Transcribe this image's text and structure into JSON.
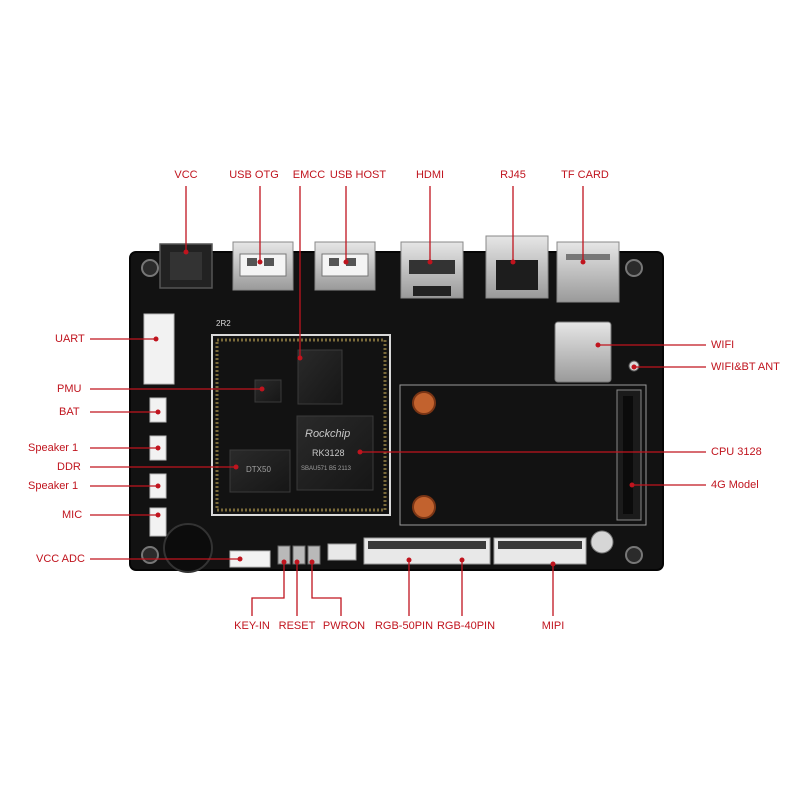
{
  "colors": {
    "callout": "#c0141e",
    "board": "#121212",
    "board_edge": "#050505",
    "silk": "#d9d9d9",
    "metal": "#c8c8c8",
    "connector_white": "#f2f2f2",
    "copper": "#c2622e"
  },
  "labels": {
    "vcc": "VCC",
    "usb_otg": "USB OTG",
    "emmc": "EMCC",
    "usb_host": "USB HOST",
    "hdmi": "HDMI",
    "rj45": "RJ45",
    "tf_card": "TF CARD",
    "uart": "UART",
    "pmu": "PMU",
    "bat": "BAT",
    "speaker_1a": "Speaker 1",
    "ddr": "DDR",
    "speaker_1b": "Speaker 1",
    "mic": "MIC",
    "vcc_adc": "VCC ADC",
    "wifi": "WIFI",
    "wifi_bt_ant": "WIFI&BT ANT",
    "cpu": "CPU 3128",
    "model_4g": "4G Model",
    "key_in": "KEY-IN",
    "reset": "RESET",
    "pwron": "PWRON",
    "rgb50": "RGB-50PIN",
    "rgb40": "RGB-40PIN",
    "mipi": "MIPI"
  },
  "chip": {
    "brand": "Rockchip",
    "part": "RK3128",
    "code": "SBAU571 B5 2113",
    "ddr_text": "DTX50"
  },
  "board_silk": {
    "mark_2r2": "2R2"
  }
}
